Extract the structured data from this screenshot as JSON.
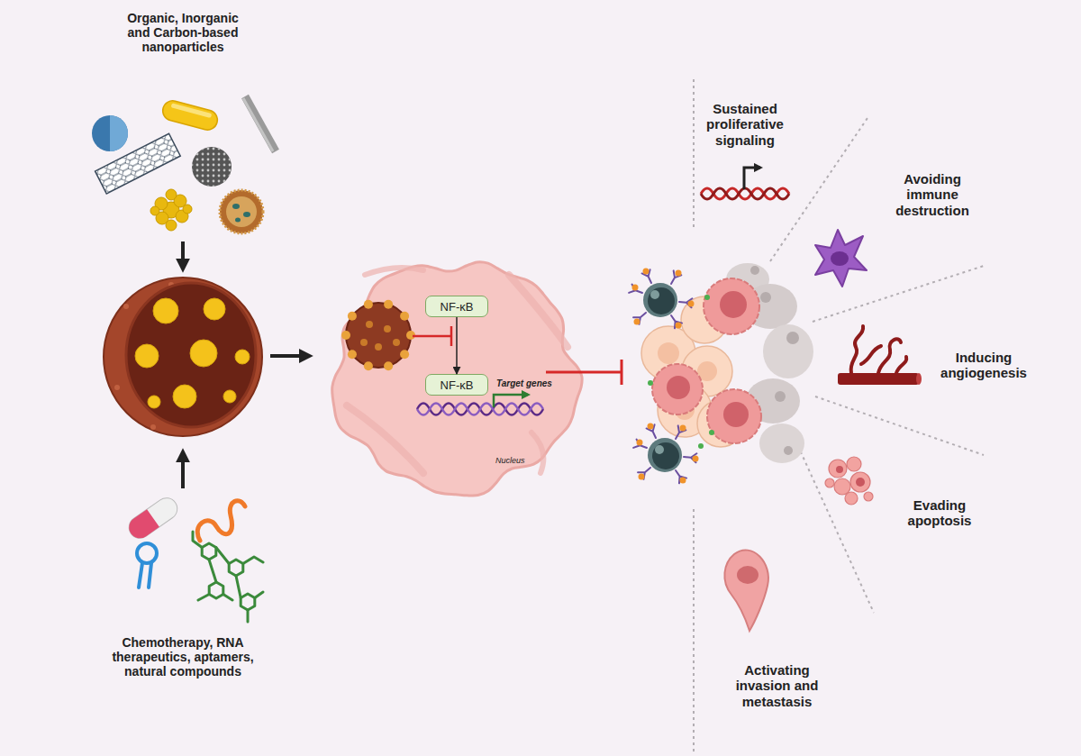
{
  "diagram": {
    "nodes": [
      {
        "text": [
          "Nucleus"
        ]
      },
      {
        "text": [
          "NF-κB"
        ],
        "in": 0
      },
      {
        "text": [
          "NF-κB"
        ],
        "in": 0
      }
    ],
    "edges": [
      {
        "from": 1,
        "to": 2,
        "arrow": "to"
      }
    ],
    "labels": [
      "Organic, Inorganic and Carbon-based nanoparticles",
      "Chemotherapy, RNA therapeutics, aptamers, natural compounds",
      "Target genes",
      "Sustained proliferative signaling",
      "Avoiding immune destruction",
      "Inducing angiogenesis",
      "Evading apoptosis",
      "Activating invasion and metastasis"
    ]
  }
}
